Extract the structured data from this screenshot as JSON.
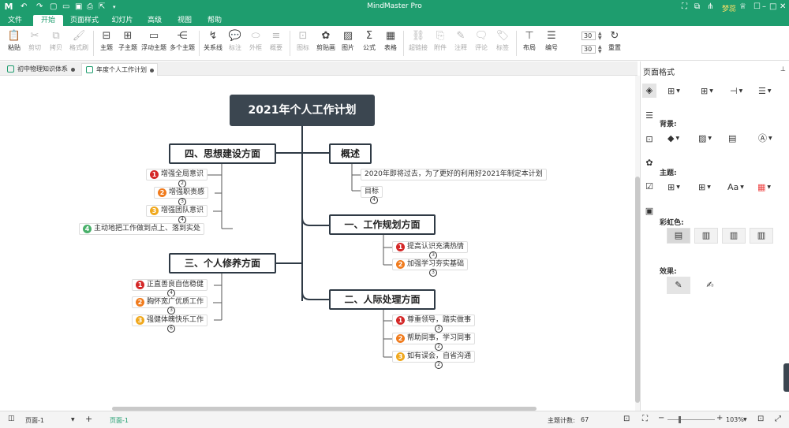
{
  "app": {
    "title": "MindMaster Pro",
    "user": "梦蕊"
  },
  "menu": [
    "文件",
    "开始",
    "页面样式",
    "幻灯片",
    "高级",
    "视图",
    "帮助"
  ],
  "ribbon": {
    "paste": "粘贴",
    "cut": "剪切",
    "copy": "拷贝",
    "format_painter": "格式刷",
    "topic": "主题",
    "subtopic": "子主题",
    "floating_topic": "浮动主题",
    "multi_topic": "多个主题",
    "relation": "关系线",
    "callout": "标注",
    "outline_box": "外框",
    "summary": "概要",
    "icon": "图标",
    "clipart": "剪贴画",
    "image": "图片",
    "formula": "公式",
    "table": "表格",
    "hyperlink": "超链接",
    "attachment": "附件",
    "note": "注释",
    "comment": "评论",
    "tag": "标签",
    "layout": "布局",
    "numbering": "编号",
    "spacing_h": "30",
    "spacing_v": "30",
    "reset": "重置"
  },
  "tabs": [
    {
      "label": "初中物理知识体系"
    },
    {
      "label": "年度个人工作计划"
    }
  ],
  "mindmap": {
    "root": "2021年个人工作计划",
    "overview": {
      "title": "概述",
      "text": "2020年即将过去，为了更好的利用好2021年制定本计划",
      "goal": "目标",
      "goal_count": "4"
    },
    "work_plan": {
      "title": "一、工作规划方面",
      "items": [
        {
          "num": "1",
          "text": "提高认识充满热情",
          "count": "3"
        },
        {
          "num": "2",
          "text": "加强学习夯实基础",
          "count": "3"
        }
      ]
    },
    "interpersonal": {
      "title": "二、人际处理方面",
      "items": [
        {
          "num": "1",
          "text": "尊重领导，踏实做事",
          "count": "3"
        },
        {
          "num": "2",
          "text": "帮助同事，学习同事",
          "count": "2"
        },
        {
          "num": "3",
          "text": "如有误会，自省沟通",
          "count": "2"
        }
      ]
    },
    "cultivation": {
      "title": "三、个人修养方面",
      "items": [
        {
          "num": "1",
          "text": "正直善良自信稳健",
          "count": "4"
        },
        {
          "num": "2",
          "text": "胸怀宽广优质工作",
          "count": "3"
        },
        {
          "num": "3",
          "text": "强健体魄快乐工作",
          "count": "6"
        }
      ]
    },
    "ideology": {
      "title": "四、思想建设方面",
      "items": [
        {
          "num": "1",
          "text": "增强全局意识",
          "count": "2"
        },
        {
          "num": "2",
          "text": "增强职责感",
          "count": "3"
        },
        {
          "num": "3",
          "text": "增强团队意识",
          "count": "4"
        },
        {
          "num": "4",
          "text": "主动地把工作做到点上、落到实处",
          "count": ""
        }
      ]
    }
  },
  "panel": {
    "title": "页面格式",
    "background": "背景:",
    "theme": "主题:",
    "rainbow": "彩虹色:",
    "effect": "效果:",
    "font_btn": "Aa"
  },
  "status": {
    "page_select": "页面-1",
    "page_tab": "页面-1",
    "topic_count_label": "主题计数:",
    "topic_count": "67",
    "zoom": "103%"
  },
  "colors": {
    "brand": "#1e9d6e",
    "root": "#3b4650",
    "b1": "#d42828",
    "b2": "#f07b1d",
    "b3": "#f0a81d",
    "b4": "#49b06a"
  }
}
